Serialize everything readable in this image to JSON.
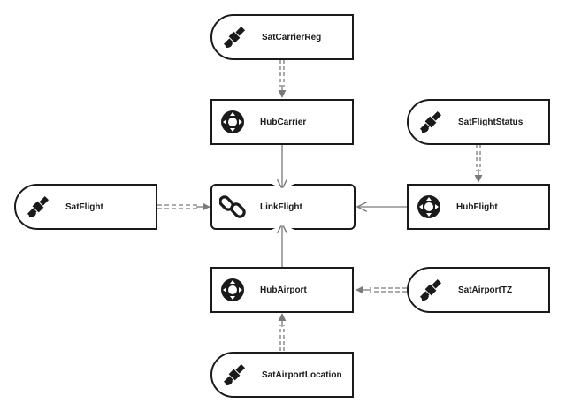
{
  "nodes": {
    "sat_carrier_reg": {
      "label": "SatCarrierReg",
      "icon": "satellite-icon"
    },
    "hub_carrier": {
      "label": "HubCarrier",
      "icon": "hub-navigation-icon"
    },
    "sat_flight_status": {
      "label": "SatFlightStatus",
      "icon": "satellite-icon"
    },
    "sat_flight": {
      "label": "SatFlight",
      "icon": "satellite-icon"
    },
    "link_flight": {
      "label": "LinkFlight",
      "icon": "chain-link-icon"
    },
    "hub_flight": {
      "label": "HubFlight",
      "icon": "hub-navigation-icon"
    },
    "hub_airport": {
      "label": "HubAirport",
      "icon": "hub-navigation-icon"
    },
    "sat_airport_tz": {
      "label": "SatAirportTZ",
      "icon": "satellite-icon"
    },
    "sat_airport_location": {
      "label": "SatAirportLocation",
      "icon": "satellite-icon"
    }
  },
  "edges": [
    {
      "from": "sat_carrier_reg",
      "to": "hub_carrier",
      "style": "dashed"
    },
    {
      "from": "hub_carrier",
      "to": "link_flight",
      "style": "solid"
    },
    {
      "from": "sat_flight_status",
      "to": "hub_flight",
      "style": "dashed"
    },
    {
      "from": "sat_flight",
      "to": "link_flight",
      "style": "dashed"
    },
    {
      "from": "hub_flight",
      "to": "link_flight",
      "style": "solid"
    },
    {
      "from": "hub_airport",
      "to": "link_flight",
      "style": "solid"
    },
    {
      "from": "sat_airport_tz",
      "to": "hub_airport",
      "style": "dashed"
    },
    {
      "from": "sat_airport_location",
      "to": "hub_airport",
      "style": "dashed"
    }
  ],
  "colors": {
    "node_border": "#1a1a1a",
    "edge": "#7a7a7a",
    "icon": "#1a1a1a"
  }
}
